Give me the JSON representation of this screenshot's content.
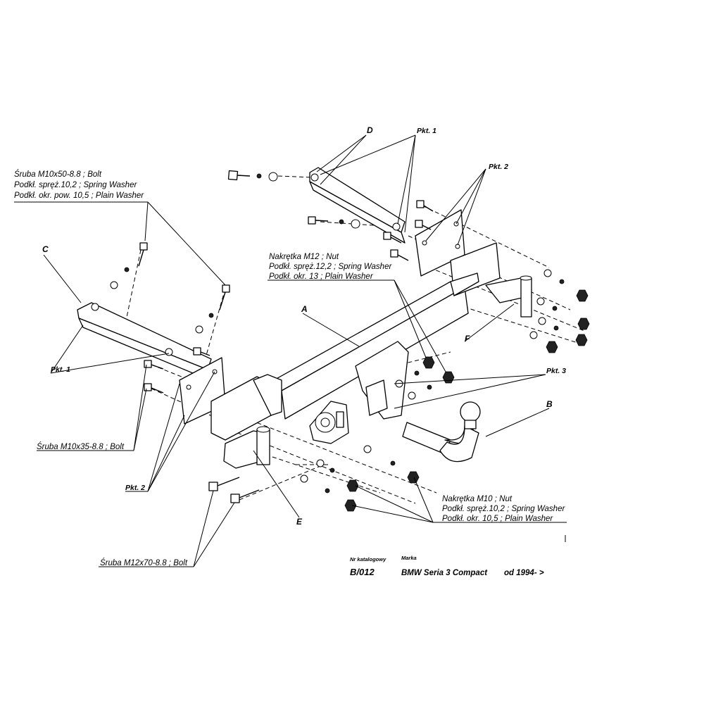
{
  "callouts": {
    "top_left": [
      "Śruba M10x50-8.8 ;  Bolt",
      "Podkł. spręż.10,2 ; Spring Washer",
      "Podkł. okr. pow. 10,5 ; Plain Washer"
    ],
    "middle": [
      "Nakrętka  M12 ; Nut",
      "Podkł. spręż.12,2 ; Spring Washer",
      "Podkł. okr. 13 ; Plain Washer"
    ],
    "bottom_right": [
      "Nakrętka  M10 ; Nut",
      "Podkł. spręż.10,2 ; Spring Washer",
      "Podkł. okr. 10,5 ; Plain Washer"
    ],
    "bolt_m10x35": "Śruba M10x35-8.8 ;  Bolt",
    "bolt_m12x70": "Śruba M12x70-8.8 ;  Bolt"
  },
  "part_labels": {
    "A": "A",
    "B": "B",
    "C": "C",
    "D": "D",
    "E": "E",
    "F": "F"
  },
  "points": {
    "pkt1_top": "Pkt. 1",
    "pkt1_left": "Pkt. 1",
    "pkt2_top": "Pkt. 2",
    "pkt2_left": "Pkt. 2",
    "pkt3": "Pkt. 3"
  },
  "title_block": {
    "catalog_label": "Nr katalogowy",
    "catalog_number": "B/012",
    "brand_label": "Marka",
    "model": "BMW Seria 3 Compact",
    "year": "od 1994- >"
  }
}
